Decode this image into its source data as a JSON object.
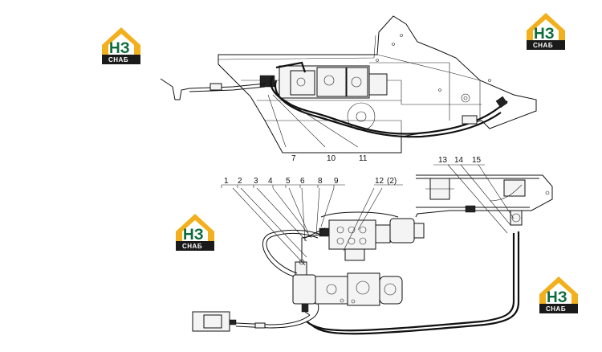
{
  "logo": {
    "letters": "НЗ",
    "word": "СНАБ",
    "colors": {
      "roof": "#f2b01e",
      "letters": "#0c6b3b",
      "band": "#1a1a1a"
    }
  },
  "callouts": {
    "top": [
      "7",
      "10",
      "11"
    ],
    "left_group": [
      "1",
      "2",
      "3",
      "4",
      "5",
      "6",
      "8",
      "9"
    ],
    "mid": [
      "12",
      "(2)"
    ],
    "right_group": [
      "13",
      "14",
      "15"
    ]
  }
}
